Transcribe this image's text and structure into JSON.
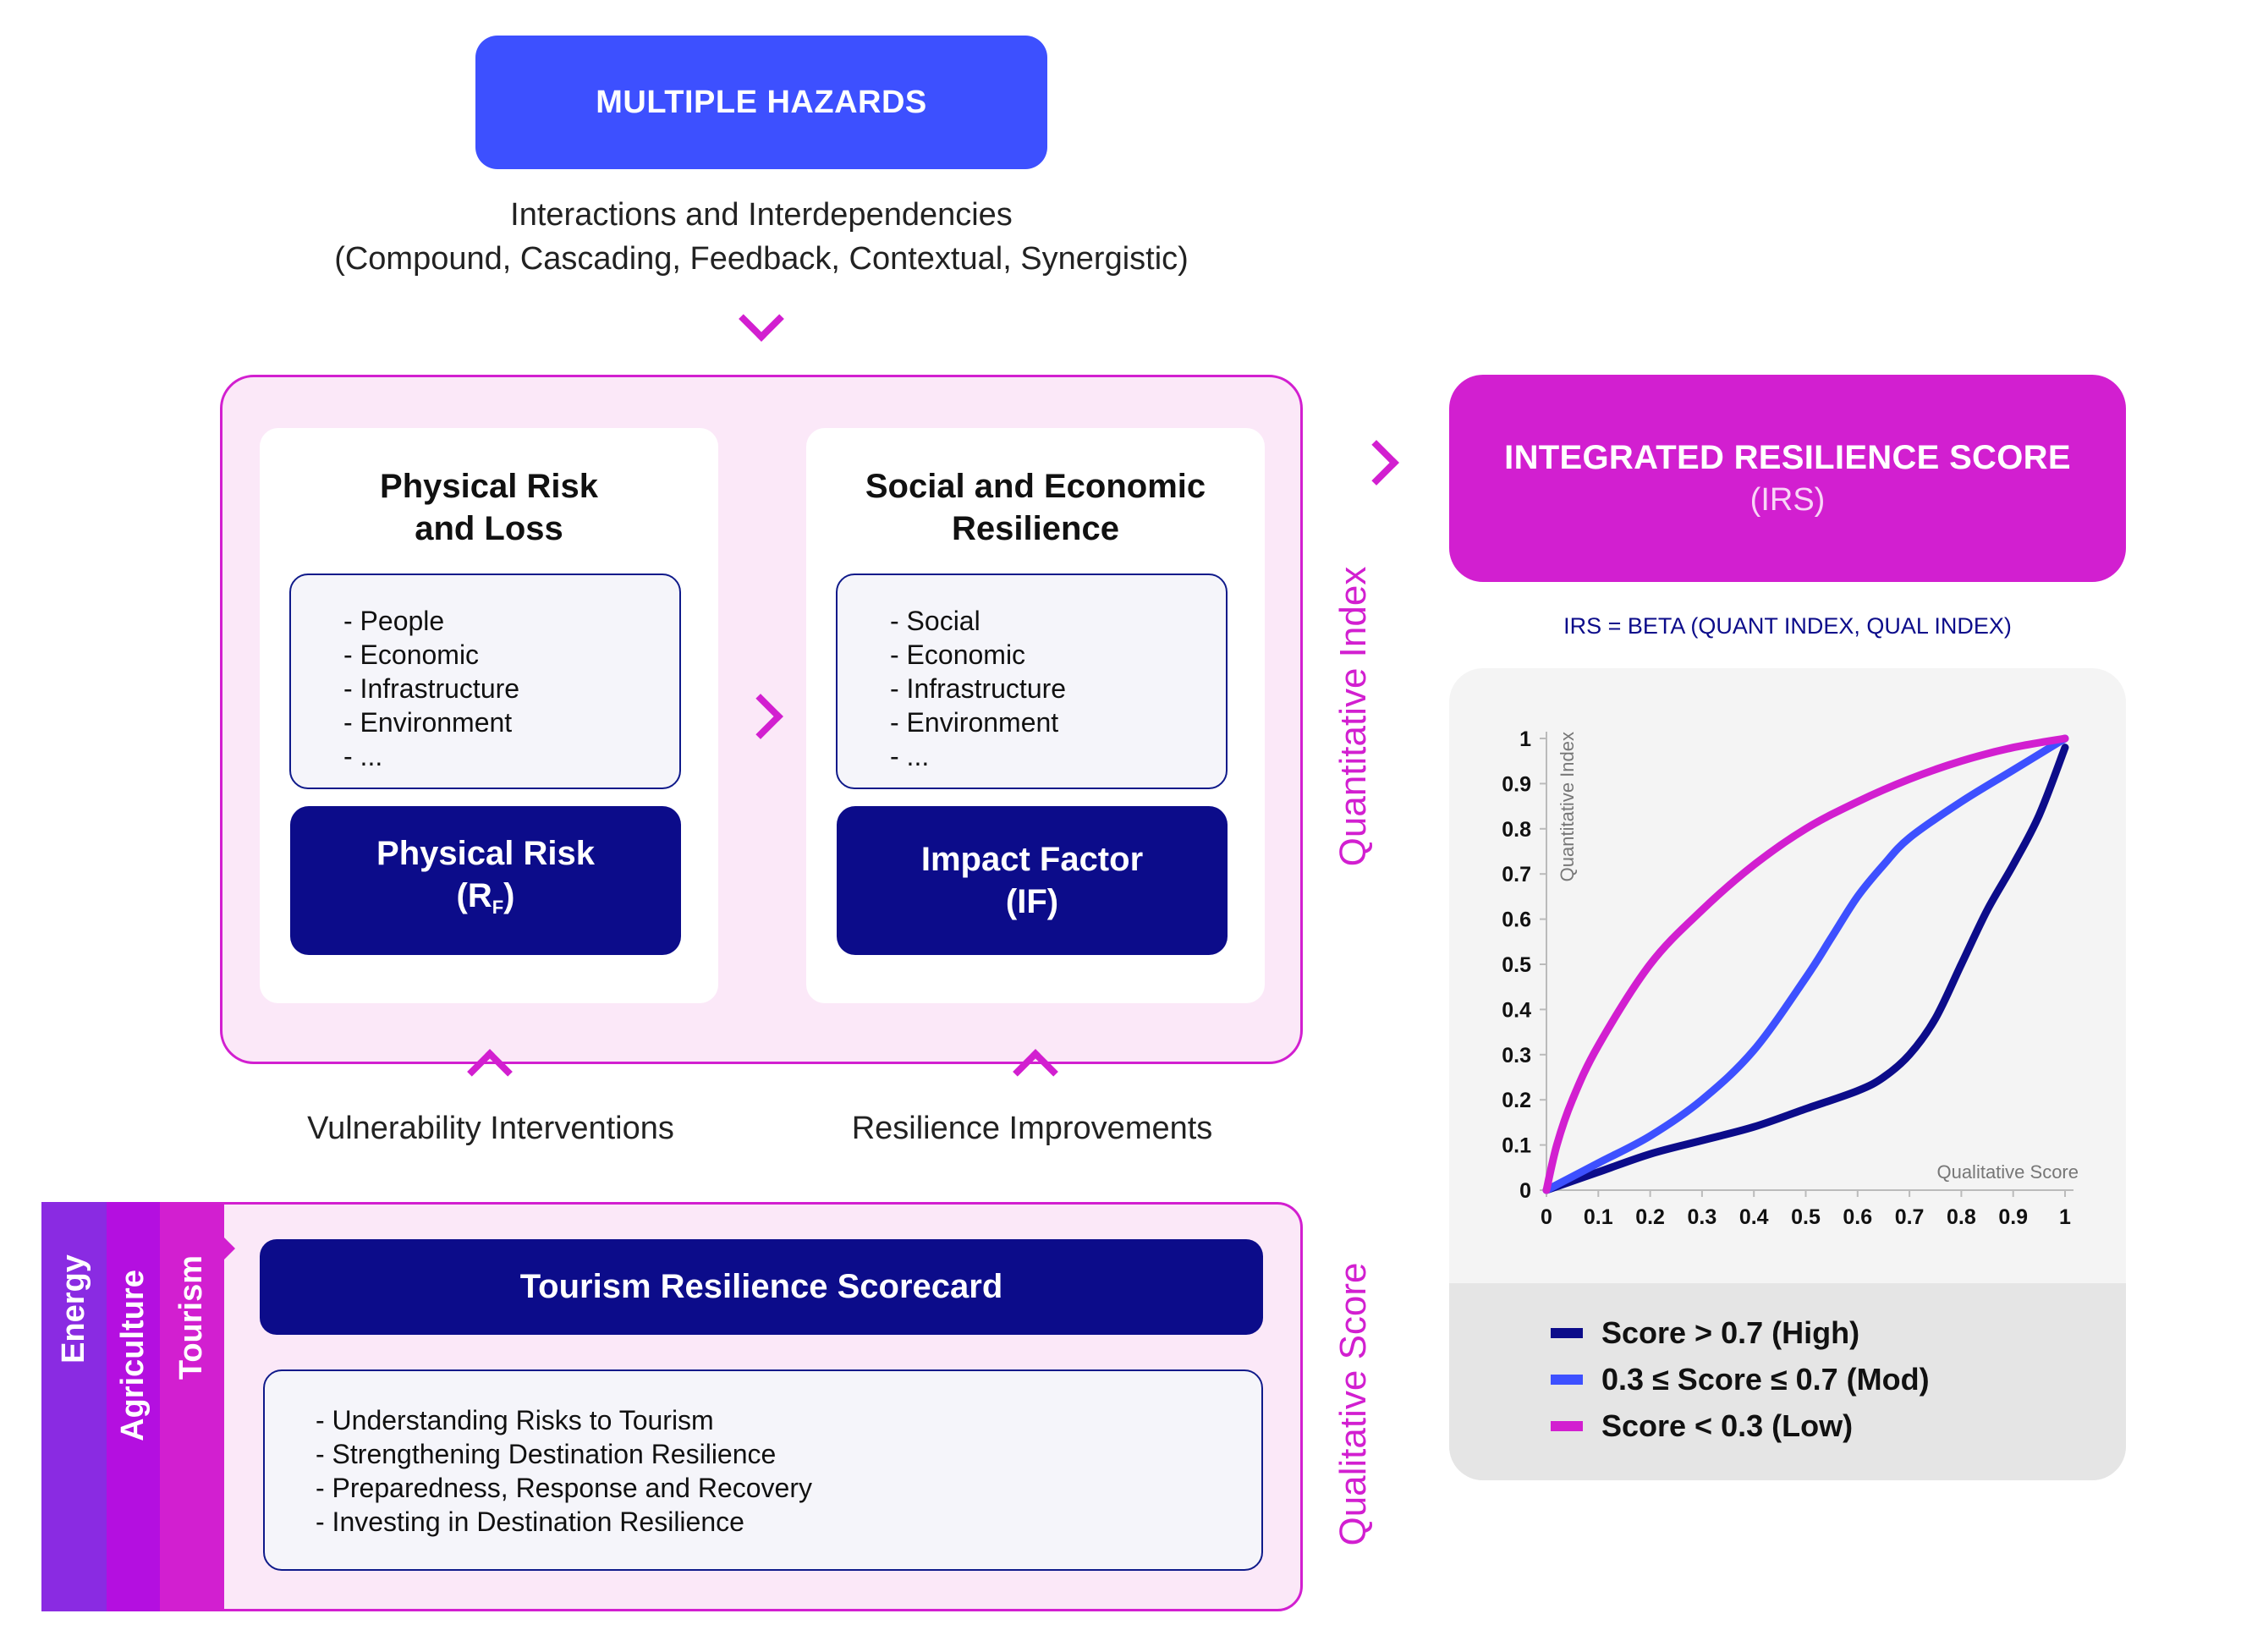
{
  "hazards": {
    "title": "MULTIPLE HAZARDS",
    "interactions_line1": "Interactions and Interdependencies",
    "interactions_line2": "(Compound, Cascading, Feedback, Contextual, Synergistic)"
  },
  "quantitative": {
    "side_label": "Quantitative Index",
    "physical": {
      "title_line1": "Physical Risk",
      "title_line2": "and Loss",
      "items": [
        "- People",
        "- Economic",
        "- Infrastructure",
        "- Environment",
        "- ..."
      ],
      "box_line1": "Physical Risk",
      "box_symbol": "R",
      "box_sub": "F"
    },
    "social": {
      "title_line1": "Social and Economic",
      "title_line2": "Resilience",
      "items": [
        "- Social",
        "- Economic",
        "- Infrastructure",
        "- Environment",
        "- ..."
      ],
      "box_line1": "Impact Factor",
      "box_line2": "(IF)"
    }
  },
  "interventions": {
    "left": "Vulnerability Interventions",
    "right": "Resilience Improvements"
  },
  "qualitative": {
    "side_label": "Qualitative Score",
    "sectors": [
      "Energy",
      "Agriculture",
      "Tourism"
    ],
    "scorecard_title": "Tourism Resilience Scorecard",
    "items": [
      "- Understanding Risks to Tourism",
      "- Strengthening Destination Resilience",
      "- Preparedness, Response and Recovery",
      "- Investing in Destination Resilience"
    ]
  },
  "irs": {
    "title": "INTEGRATED RESILIENCE SCORE",
    "abbr": "(IRS)",
    "formula": "IRS = BETA (QUANT INDEX, QUAL INDEX)"
  },
  "colors": {
    "accent_magenta": "#d21fd0",
    "hazard_blue": "#3d50ff",
    "navy": "#0c0c8a",
    "energy": "#8a2be2",
    "agriculture": "#b40fe0",
    "tourism": "#d21fd0"
  },
  "chart_data": {
    "type": "line",
    "xlabel": "Qualitative Score",
    "ylabel": "Quantitative Index",
    "xlim": [
      0,
      1
    ],
    "ylim": [
      0,
      1
    ],
    "x_ticks": [
      "0",
      "0.1",
      "0.2",
      "0.3",
      "0.4",
      "0.5",
      "0.6",
      "0.7",
      "0.8",
      "0.9",
      "1"
    ],
    "y_ticks": [
      "0",
      "0.1",
      "0.2",
      "0.3",
      "0.4",
      "0.5",
      "0.6",
      "0.7",
      "0.8",
      "0.9",
      "1"
    ],
    "series": [
      {
        "name": "Score > 0.7 (High)",
        "color": "#0c0c8a",
        "x": [
          0,
          0.1,
          0.2,
          0.3,
          0.4,
          0.5,
          0.6,
          0.65,
          0.7,
          0.75,
          0.8,
          0.85,
          0.9,
          0.95,
          1
        ],
        "y": [
          0,
          0.04,
          0.08,
          0.11,
          0.14,
          0.18,
          0.22,
          0.25,
          0.3,
          0.38,
          0.5,
          0.62,
          0.72,
          0.83,
          0.98
        ]
      },
      {
        "name": "0.3 ≤ Score ≤ 0.7 (Mod)",
        "color": "#3d50ff",
        "x": [
          0,
          0.1,
          0.2,
          0.3,
          0.4,
          0.5,
          0.55,
          0.6,
          0.65,
          0.7,
          0.8,
          0.9,
          1
        ],
        "y": [
          0,
          0.06,
          0.12,
          0.2,
          0.31,
          0.47,
          0.56,
          0.65,
          0.72,
          0.78,
          0.86,
          0.93,
          1
        ]
      },
      {
        "name": "Score < 0.3 (Low)",
        "color": "#d21fd0",
        "x": [
          0,
          0.02,
          0.05,
          0.1,
          0.2,
          0.3,
          0.4,
          0.5,
          0.6,
          0.7,
          0.8,
          0.9,
          1
        ],
        "y": [
          0,
          0.1,
          0.2,
          0.32,
          0.5,
          0.62,
          0.72,
          0.8,
          0.86,
          0.91,
          0.95,
          0.98,
          1
        ]
      }
    ],
    "legend": "bottom"
  }
}
